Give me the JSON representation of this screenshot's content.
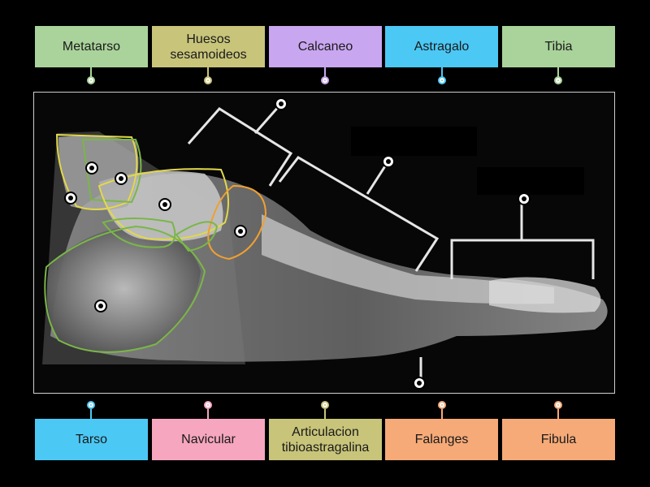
{
  "top_labels": [
    {
      "text": "Metatarso",
      "color": "#a9d39a"
    },
    {
      "text": "Huesos sesamoideos",
      "color": "#c8c47a"
    },
    {
      "text": "Calcaneo",
      "color": "#c9a6f0"
    },
    {
      "text": "Astragalo",
      "color": "#4cc8f5"
    },
    {
      "text": "Tibia",
      "color": "#a9d39a"
    }
  ],
  "bottom_labels": [
    {
      "text": "Tarso",
      "color": "#4cc8f5"
    },
    {
      "text": "Navicular",
      "color": "#f6a6bf"
    },
    {
      "text": "Articulacion tibioastragalina",
      "color": "#c8c47a"
    },
    {
      "text": "Falanges",
      "color": "#f6aa78"
    },
    {
      "text": "Fibula",
      "color": "#f6aa78"
    }
  ],
  "image": {
    "icon": "foot-xray-image",
    "outline_colors": {
      "green": "#7ab648",
      "yellow": "#e2d84a",
      "orange": "#f0a030",
      "bracket": "#e6e6e6"
    }
  }
}
